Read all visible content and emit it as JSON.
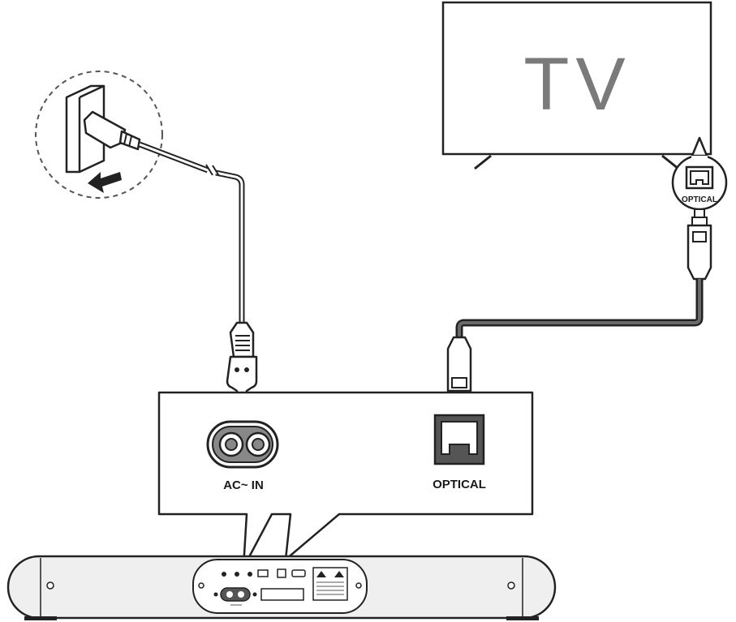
{
  "labels": {
    "tv": "TV",
    "ac_in": "AC~ IN",
    "optical": "OPTICAL",
    "tv_optical": "OPTICAL"
  },
  "icons": {
    "wall_outlet": "wall-outlet-icon",
    "power_plug": "power-plug-icon",
    "arrow": "arrow-right-icon",
    "optical_port": "optical-port-icon",
    "ac_socket": "ac-socket-icon"
  },
  "colors": {
    "line": "#222222",
    "port_dark": "#555555",
    "socket_fill": "#888888",
    "tv_text": "#7a7a7a",
    "bar_fill": "#efefef"
  }
}
